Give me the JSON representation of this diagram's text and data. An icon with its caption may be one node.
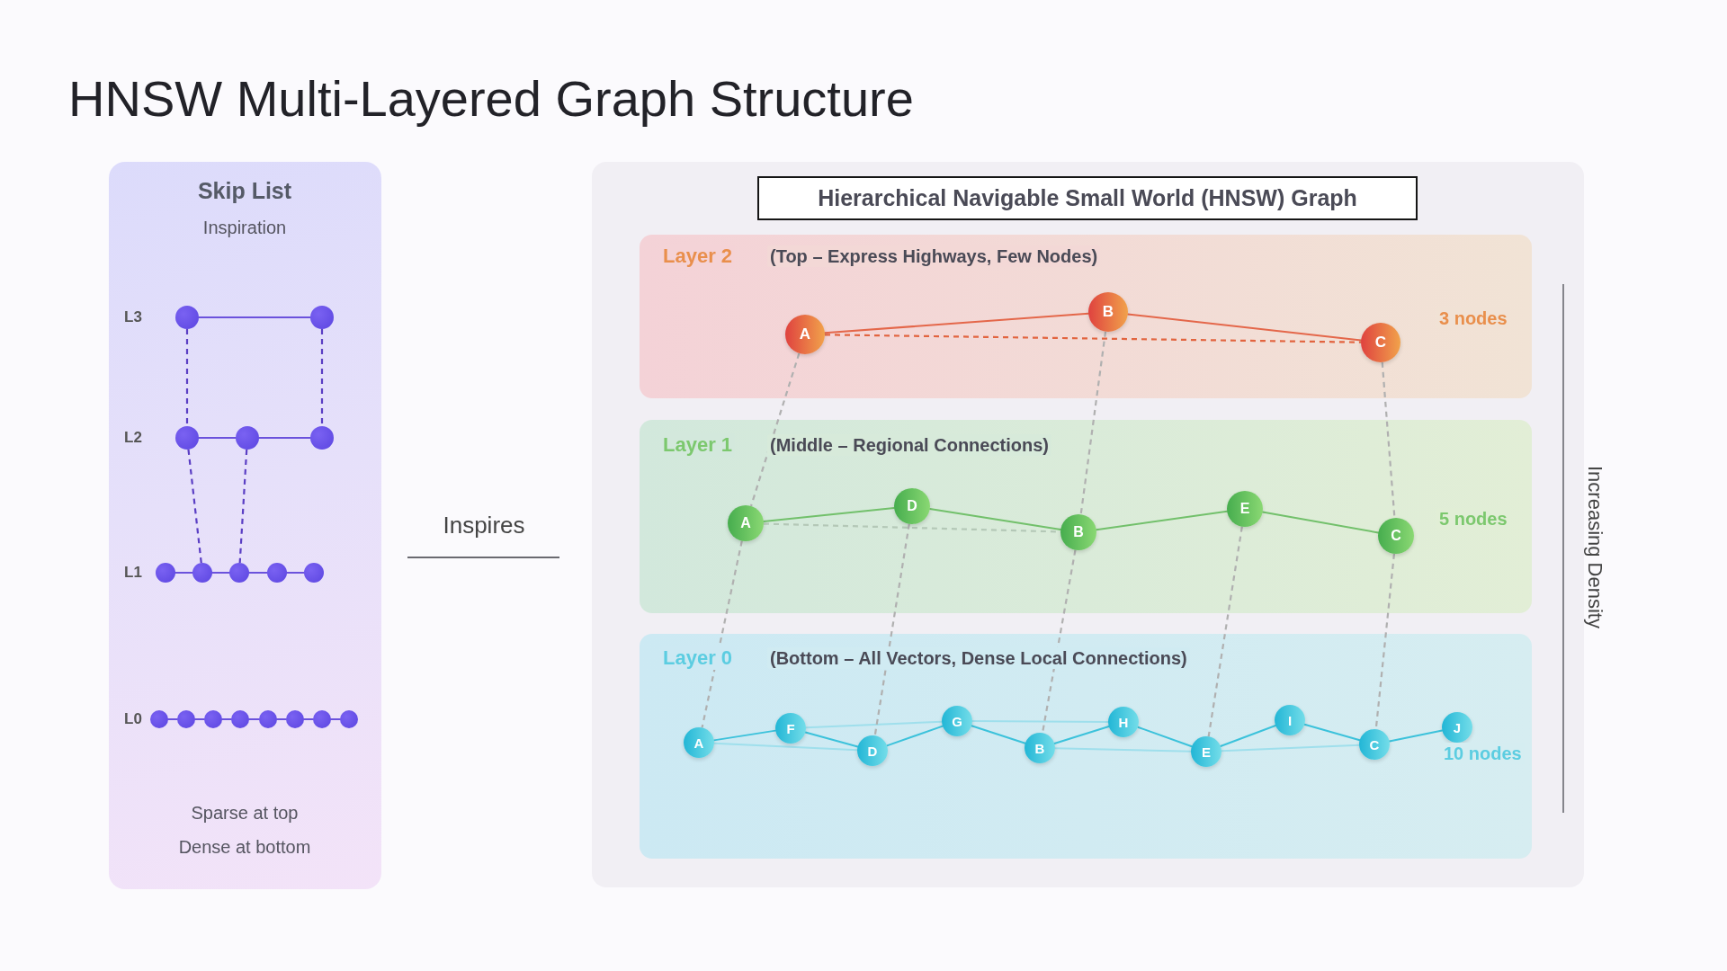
{
  "diagram": {
    "title": "HNSW Multi-Layered Graph Structure",
    "nodes": [
      {
        "text": [
          "Skip List",
          "Inspiration",
          "Sparse at top",
          "Dense at bottom"
        ]
      },
      {
        "text": [],
        "shape": "circle",
        "in": 0
      },
      {
        "text": [],
        "shape": "circle",
        "in": 0
      },
      {
        "text": [],
        "shape": "circle",
        "in": 0
      },
      {
        "text": [],
        "shape": "circle",
        "in": 0
      },
      {
        "text": [],
        "shape": "circle",
        "in": 0
      },
      {
        "text": [],
        "shape": "circle",
        "in": 0
      },
      {
        "text": [],
        "shape": "circle",
        "in": 0
      },
      {
        "text": [],
        "shape": "circle",
        "in": 0
      },
      {
        "text": [],
        "shape": "circle",
        "in": 0
      },
      {
        "text": [],
        "shape": "circle",
        "in": 0
      },
      {
        "text": [],
        "shape": "circle",
        "in": 0
      },
      {
        "text": [],
        "shape": "circle",
        "in": 0
      },
      {
        "text": [],
        "shape": "circle",
        "in": 0
      },
      {
        "text": [],
        "shape": "circle",
        "in": 0
      },
      {
        "text": [],
        "shape": "circle",
        "in": 0
      },
      {
        "text": [],
        "shape": "circle",
        "in": 0
      },
      {
        "text": [],
        "shape": "circle",
        "in": 0
      },
      {
        "text": [],
        "shape": "circle",
        "in": 0
      },
      {
        "text": [],
        "shape": "box"
      },
      {
        "text": [
          "Hierarchical Navigable Small World (HNSW) Graph"
        ],
        "in": 19
      },
      {
        "text": [
          "Layer 2",
          "(Top – Express Highways, Few Nodes)",
          "3 nodes"
        ],
        "in": 19
      },
      {
        "text": [
          "A"
        ],
        "in": 21
      },
      {
        "text": [
          "B"
        ],
        "in": 21
      },
      {
        "text": [
          "C"
        ],
        "in": 21
      },
      {
        "text": [
          "Layer 1",
          "(Middle – Regional Connections)",
          "5 nodes"
        ],
        "in": 19
      },
      {
        "text": [
          "A"
        ],
        "in": 25
      },
      {
        "text": [
          "D"
        ],
        "in": 25
      },
      {
        "text": [
          "B"
        ],
        "in": 25
      },
      {
        "text": [
          "E"
        ],
        "in": 25
      },
      {
        "text": [
          "C"
        ],
        "in": 25
      },
      {
        "text": [
          "Layer 0",
          "(Bottom – All Vectors, Dense Local Connections)",
          "10 nodes"
        ],
        "in": 19
      },
      {
        "text": [
          "A"
        ],
        "in": 31
      },
      {
        "text": [
          "F"
        ],
        "in": 31
      },
      {
        "text": [
          "D"
        ],
        "in": 31
      },
      {
        "text": [
          "G"
        ],
        "in": 31
      },
      {
        "text": [
          "B"
        ],
        "in": 31
      },
      {
        "text": [
          "H"
        ],
        "in": 31
      },
      {
        "text": [
          "E"
        ],
        "in": 31
      },
      {
        "text": [
          "I"
        ],
        "in": 31
      },
      {
        "text": [
          "C"
        ],
        "in": 31
      },
      {
        "text": [
          "J"
        ],
        "in": 31
      }
    ],
    "edges": [
      {
        "from": 1,
        "to": 2,
        "arrow": "none",
        "color": "#6b52dc"
      },
      {
        "from": 3,
        "to": 4,
        "arrow": "none",
        "color": "#6b52dc"
      },
      {
        "from": 4,
        "to": 5,
        "arrow": "none",
        "color": "#6b52dc"
      },
      {
        "from": 6,
        "to": 7,
        "arrow": "none",
        "color": "#6b52dc"
      },
      {
        "from": 7,
        "to": 8,
        "arrow": "none",
        "color": "#6b52dc"
      },
      {
        "from": 8,
        "to": 9,
        "arrow": "none",
        "color": "#6b52dc"
      },
      {
        "from": 9,
        "to": 10,
        "arrow": "none",
        "color": "#6b52dc"
      },
      {
        "from": 11,
        "to": 12,
        "arrow": "none",
        "color": "#6b52dc"
      },
      {
        "from": 12,
        "to": 13,
        "arrow": "none",
        "color": "#6b52dc"
      },
      {
        "from": 13,
        "to": 14,
        "arrow": "none",
        "color": "#6b52dc"
      },
      {
        "from": 14,
        "to": 15,
        "arrow": "none",
        "color": "#6b52dc"
      },
      {
        "from": 15,
        "to": 16,
        "arrow": "none",
        "color": "#6b52dc"
      },
      {
        "from": 16,
        "to": 17,
        "arrow": "none",
        "color": "#6b52dc"
      },
      {
        "from": 17,
        "to": 18,
        "arrow": "none",
        "color": "#6b52dc"
      },
      {
        "from": 1,
        "to": 3,
        "arrow": "none",
        "style": "dashed",
        "color": "#5a3ec4"
      },
      {
        "from": 2,
        "to": 5,
        "arrow": "none",
        "style": "dashed",
        "color": "#5a3ec4"
      },
      {
        "from": 3,
        "to": 7,
        "arrow": "none",
        "style": "dashed",
        "color": "#5a3ec4"
      },
      {
        "from": 4,
        "to": 8,
        "arrow": "none",
        "style": "dashed",
        "color": "#5a3ec4"
      },
      {
        "from": 22,
        "to": 23,
        "arrow": "none",
        "color": "#e4674a"
      },
      {
        "from": 23,
        "to": 24,
        "arrow": "none",
        "color": "#e4674a"
      },
      {
        "from": 22,
        "to": 24,
        "arrow": "none",
        "style": "dashed",
        "color": "#e2643f"
      },
      {
        "from": 26,
        "to": 27,
        "arrow": "none",
        "color": "#72c06b"
      },
      {
        "from": 27,
        "to": 28,
        "arrow": "none",
        "color": "#72c06b"
      },
      {
        "from": 28,
        "to": 29,
        "arrow": "none",
        "color": "#72c06b"
      },
      {
        "from": 29,
        "to": 30,
        "arrow": "none",
        "color": "#72c06b"
      },
      {
        "from": 26,
        "to": 28,
        "arrow": "none",
        "style": "dashed",
        "color": "#b4c8b7"
      },
      {
        "from": 32,
        "to": 33,
        "arrow": "none",
        "color": "#3cc2db"
      },
      {
        "from": 33,
        "to": 34,
        "arrow": "none",
        "color": "#3cc2db"
      },
      {
        "from": 34,
        "to": 35,
        "arrow": "none",
        "color": "#3cc2db"
      },
      {
        "from": 35,
        "to": 36,
        "arrow": "none",
        "color": "#3cc2db"
      },
      {
        "from": 36,
        "to": 37,
        "arrow": "none",
        "color": "#3cc2db"
      },
      {
        "from": 37,
        "to": 38,
        "arrow": "none",
        "color": "#3cc2db"
      },
      {
        "from": 38,
        "to": 39,
        "arrow": "none",
        "color": "#3cc2db"
      },
      {
        "from": 39,
        "to": 40,
        "arrow": "none",
        "color": "#3cc2db"
      },
      {
        "from": 40,
        "to": 41,
        "arrow": "none",
        "color": "#3cc2db"
      },
      {
        "from": 32,
        "to": 34,
        "arrow": "none",
        "color": "#9fdfec"
      },
      {
        "from": 33,
        "to": 35,
        "arrow": "none",
        "color": "#9fdfec"
      },
      {
        "from": 35,
        "to": 37,
        "arrow": "none",
        "color": "#9fdfec"
      },
      {
        "from": 36,
        "to": 38,
        "arrow": "none",
        "color": "#9fdfec"
      },
      {
        "from": 38,
        "to": 40,
        "arrow": "none",
        "color": "#9fdfec"
      },
      {
        "from": 22,
        "to": 26,
        "arrow": "none",
        "style": "dashed",
        "color": "#b0b0b0"
      },
      {
        "from": 23,
        "to": 28,
        "arrow": "none",
        "style": "dashed",
        "color": "#b0b0b0"
      },
      {
        "from": 24,
        "to": 30,
        "arrow": "none",
        "style": "dashed",
        "color": "#b0b0b0"
      },
      {
        "from": 26,
        "to": 32,
        "arrow": "none",
        "style": "dashed",
        "color": "#b0b0b0"
      },
      {
        "from": 27,
        "to": 34,
        "arrow": "none",
        "style": "dashed",
        "color": "#b0b0b0"
      },
      {
        "from": 28,
        "to": 36,
        "arrow": "none",
        "style": "dashed",
        "color": "#b0b0b0"
      },
      {
        "from": 29,
        "to": 38,
        "arrow": "none",
        "style": "dashed",
        "color": "#b0b0b0"
      },
      {
        "from": 30,
        "to": 40,
        "arrow": "none",
        "style": "dashed",
        "color": "#b0b0b0"
      }
    ],
    "labels": [
      "L3",
      "L2",
      "L1",
      "L0",
      "Inspires",
      "Increasing Density"
    ]
  }
}
